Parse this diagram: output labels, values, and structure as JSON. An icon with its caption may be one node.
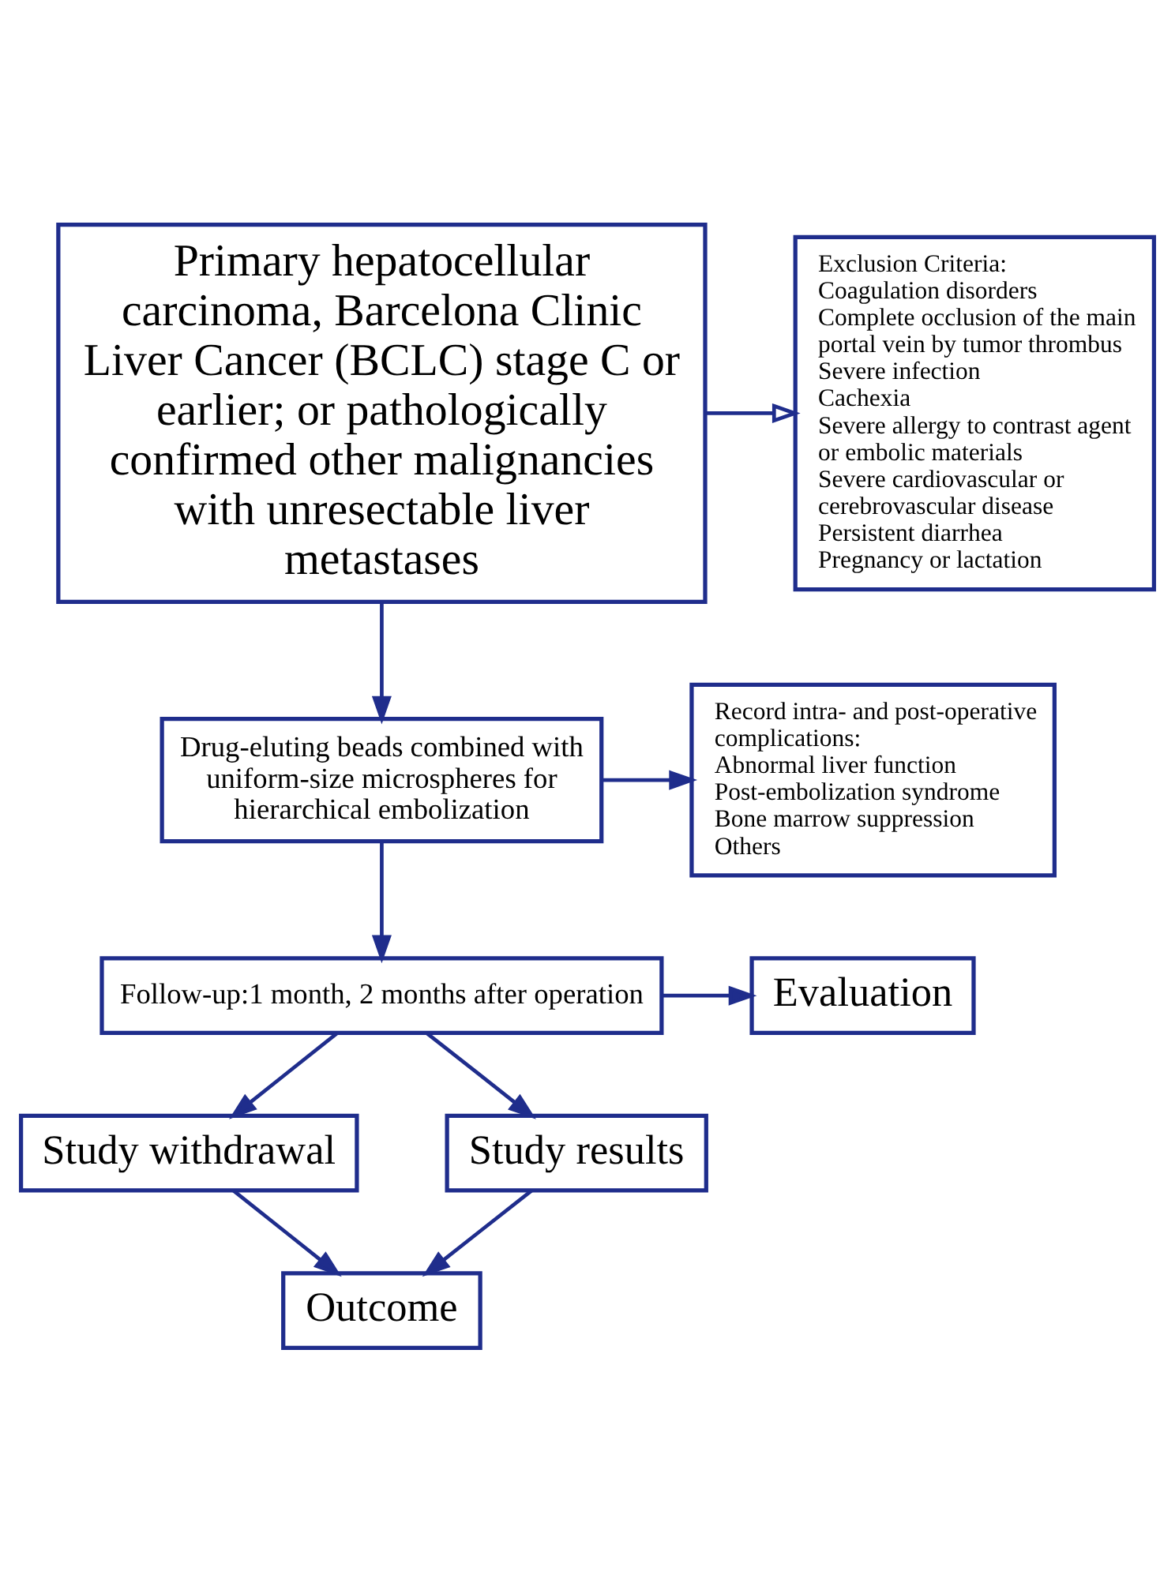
{
  "diagram": {
    "nodes": [
      {
        "text": [
          "Primary hepatocellular carcinoma, Barcelona Clinic Liver Cancer (BCLC) stage C or earlier; or pathologically confirmed other malignancies with unresectable liver metastases"
        ]
      },
      {
        "text": [
          "Exclusion Criteria:",
          "Coagulation disorders",
          "Complete occlusion of the main portal vein by tumor thrombus",
          "Severe infection",
          "Cachexia",
          "Severe allergy to contrast agent or embolic materials",
          "Severe cardiovascular or cerebrovascular disease",
          "Persistent diarrhea",
          "Pregnancy or lactation"
        ]
      },
      {
        "text": [
          "Drug-eluting beads combined with uniform-size microspheres for hierarchical embolization"
        ]
      },
      {
        "text": [
          "Record intra- and post-operative complications:",
          "Abnormal liver function",
          "Post-embolization syndrome",
          "Bone marrow suppression",
          "Others"
        ]
      },
      {
        "text": [
          "Follow-up:1 month, 2 months after operation"
        ]
      },
      {
        "text": [
          "Evaluation"
        ]
      },
      {
        "text": [
          "Study withdrawal"
        ]
      },
      {
        "text": [
          "Study results"
        ]
      },
      {
        "text": [
          "Outcome"
        ]
      }
    ],
    "edges": [
      {
        "from": 0,
        "to": 2,
        "arrow": "to"
      },
      {
        "from": 0,
        "to": 1,
        "arrow": "to"
      },
      {
        "from": 2,
        "to": 3,
        "arrow": "to"
      },
      {
        "from": 2,
        "to": 4,
        "arrow": "to"
      },
      {
        "from": 4,
        "to": 5,
        "arrow": "to"
      },
      {
        "from": 4,
        "to": 6,
        "arrow": "to"
      },
      {
        "from": 4,
        "to": 7,
        "arrow": "to"
      },
      {
        "from": 6,
        "to": 8,
        "arrow": "to"
      },
      {
        "from": 7,
        "to": 8,
        "arrow": "to"
      }
    ]
  }
}
